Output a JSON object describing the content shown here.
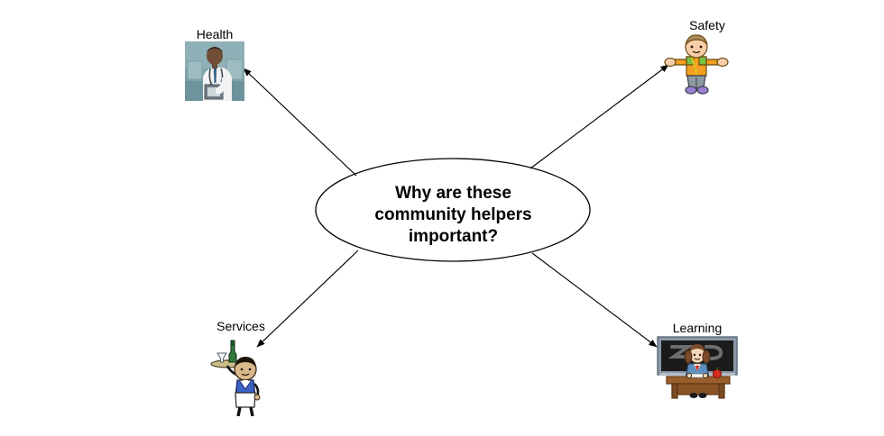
{
  "diagram": {
    "title": "Why are these community helpers important?",
    "background_color": "#ffffff",
    "center": {
      "shape": "ellipse",
      "line1": "Why are these",
      "line2": "community helpers",
      "line3": "important?",
      "fill_color": "#ffffff",
      "border_color": "#000000"
    },
    "connector": {
      "color": "#000000",
      "style": "solid-thin-arrow",
      "arrow_direction": "outward-from-center"
    },
    "nodes": [
      {
        "id": "health",
        "label": "Health",
        "icon_name": "doctor-photo",
        "art_type": "photo",
        "description": "Doctor in white coat with stethoscope holding clipboard",
        "colors": {
          "background": "#7fa3ab",
          "coat": "#f2f3f3",
          "skin": "#6b4a35",
          "tie": "#2f5d86"
        }
      },
      {
        "id": "safety",
        "label": "Safety",
        "icon_name": "crossing-guard-clipart",
        "art_type": "clipart",
        "description": "Child crossing guard with arms outstretched wearing orange vest",
        "colors": {
          "shirt": "#f5a020",
          "shoulders": "#7ac143",
          "pants": "#8f99a3",
          "shoes": "#9b7fd4",
          "hair": "#a98b5e",
          "skin": "#f6cda8"
        }
      },
      {
        "id": "services",
        "label": "Services",
        "icon_name": "waiter-clipart",
        "art_type": "clipart",
        "description": "Waiter carrying tray with bottle and glass, blue vest and white apron",
        "colors": {
          "vest": "#3b63c4",
          "apron": "#ffffff",
          "bottle": "#2f7a3a",
          "skin": "#d8b98c",
          "legs": "#111111"
        }
      },
      {
        "id": "learning",
        "label": "Learning",
        "icon_name": "teacher-at-desk-clipart",
        "art_type": "clipart",
        "description": "Teacher seated at wooden desk in front of blackboard with red apple",
        "colors": {
          "board": "#1b1b1b",
          "board_frame": "#8a97a6",
          "desk": "#9a5f2d",
          "top": "#5f8fbf",
          "apple": "#d42a20",
          "hair": "#7a4a2a"
        }
      }
    ]
  }
}
